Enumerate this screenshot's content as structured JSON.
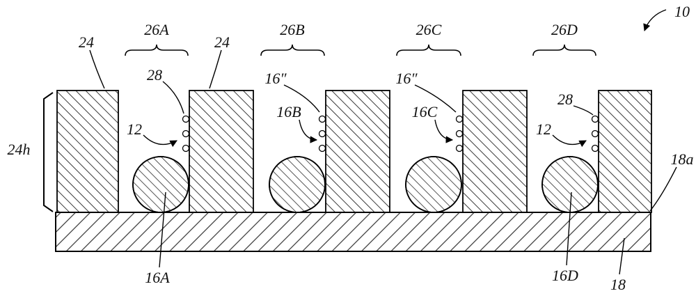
{
  "figure": {
    "figure_ref": "10",
    "regions": {
      "a": "26A",
      "b": "26B",
      "c": "26C",
      "d": "26D"
    },
    "labels": {
      "pillar_left": "24",
      "pillar_mid": "24",
      "pillar_height": "24h",
      "gas_left": "28",
      "gas_right": "28",
      "gas_mid_b": "16″",
      "gas_mid_c": "16″",
      "inject_left": "12",
      "inject_right": "12",
      "sphere_a": "16A",
      "sphere_b": "16B",
      "sphere_c": "16C",
      "sphere_d": "16D",
      "substrate": "18",
      "substrate_surface": "18a"
    }
  }
}
